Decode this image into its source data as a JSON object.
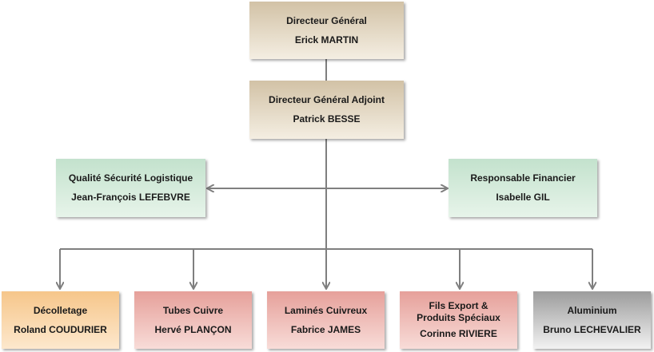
{
  "colors": {
    "connector": "#7f7f7f",
    "tan": "#d2c2a6",
    "green": "#c3e2cd",
    "orange": "#f6c68a",
    "pink": "#e6a09a",
    "gray": "#9c9c9c"
  },
  "nodes": {
    "dg": {
      "title": "Directeur Général",
      "name": "Erick MARTIN"
    },
    "dga": {
      "title": "Directeur  Général Adjoint",
      "name": "Patrick BESSE"
    },
    "qsl": {
      "title": "Qualité Sécurité Logistique",
      "name": "Jean-François LEFEBVRE"
    },
    "rf": {
      "title": "Responsable Financier",
      "name": "Isabelle GIL"
    },
    "decolletage": {
      "title": "Décolletage",
      "name": "Roland COUDURIER"
    },
    "tubes": {
      "title": "Tubes Cuivre",
      "name": "Hervé PLANÇON"
    },
    "lamines": {
      "title": "Laminés Cuivreux",
      "name": "Fabrice JAMES"
    },
    "fils": {
      "title": "Fils Export & Produits Spéciaux",
      "name": "Corinne RIVIERE"
    },
    "aluminium": {
      "title": "Aluminium",
      "name": "Bruno  LECHEVALIER"
    }
  }
}
